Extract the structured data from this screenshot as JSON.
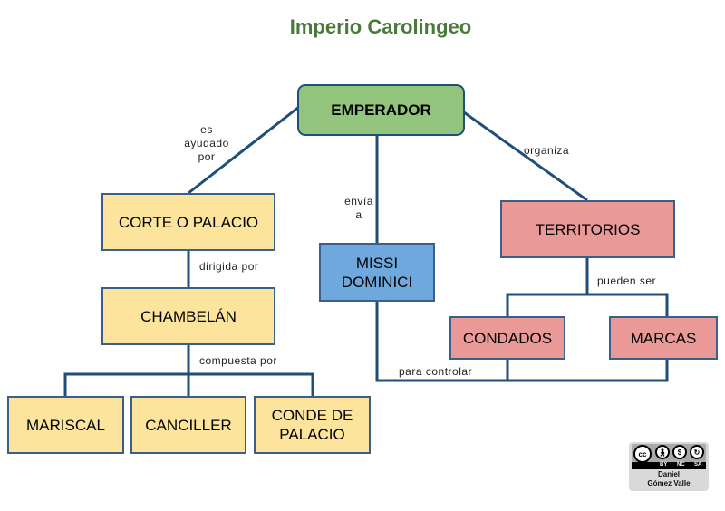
{
  "title": "Imperio Carolingeo",
  "colors": {
    "title": "#4a7a3a",
    "line": "#1f4e79",
    "emperor": "#93c47d",
    "court": "#fde49c",
    "missi": "#6fa8dc",
    "territories": "#ea9999"
  },
  "nodes": {
    "emperador": "EMPERADOR",
    "corte": "CORTE O PALACIO",
    "chambelan": "CHAMBELÁN",
    "mariscal": "MARISCAL",
    "canciller": "CANCILLER",
    "conde_line1": "CONDE DE",
    "conde_line2": "PALACIO",
    "missi_line1": "MISSI",
    "missi_line2": "DOMINICI",
    "territorios": "TERRITORIOS",
    "condados": "CONDADOS",
    "marcas": "MARCAS"
  },
  "links": {
    "es_ayudado_1": "es",
    "es_ayudado_2": "ayudado",
    "es_ayudado_3": "por",
    "envia_1": "envía",
    "envia_2": "a",
    "organiza": "organiza",
    "dirigida": "dirigida por",
    "compuesta": "compuesta por",
    "pueden": "pueden ser",
    "controlar": "para controlar"
  },
  "license": {
    "cc": "cc",
    "by": "BY",
    "nc": "NC",
    "sa": "SA",
    "author_1": "Daniel",
    "author_2": "Gómez Valle"
  }
}
